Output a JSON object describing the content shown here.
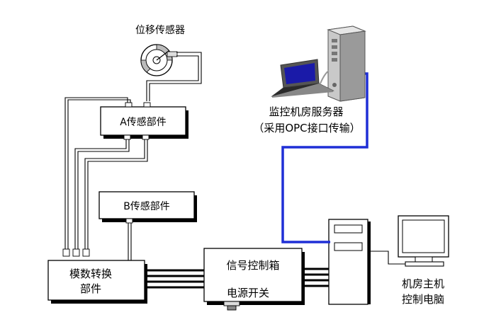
{
  "labels": {
    "displacement_sensor": "位移传感器",
    "monitoring_server": "监控机房服务器",
    "opc_note": "（采用OPC接口传输）",
    "a_sensor": "A传感部件",
    "b_sensor": "B传感部件",
    "adc_line1": "模数转换",
    "adc_line2": "部件",
    "signal_box": "信号控制箱",
    "power_switch": "电源开关",
    "host_line1": "机房主机",
    "host_line2": "控制电脑"
  },
  "colors": {
    "network_link": "#1f2fd6",
    "outline": "#000000",
    "box_shadow": "#000000"
  }
}
